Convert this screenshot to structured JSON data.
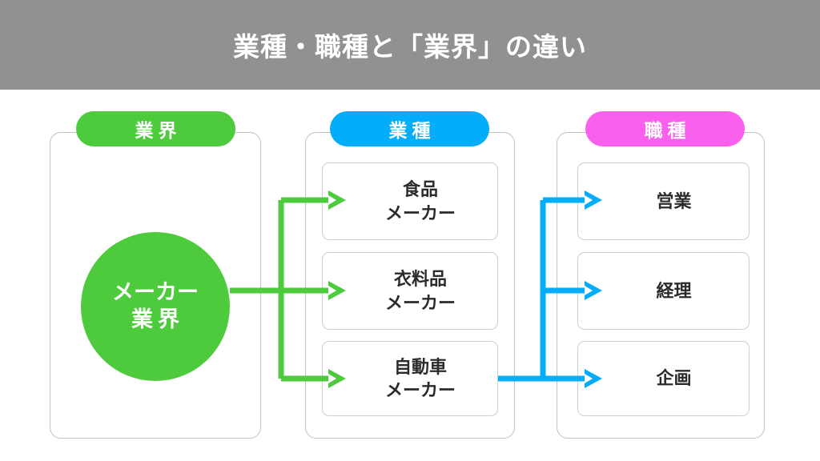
{
  "header": {
    "title": "業種・職種と「業界」の違い",
    "background": "#919191",
    "text_color": "#ffffff"
  },
  "diagram": {
    "type": "flow-diagram",
    "columns": [
      {
        "key": "industry",
        "pill_label": "業界",
        "pill_color": "#4DCB3C",
        "node_type": "circle",
        "nodes": [
          {
            "line1": "メーカー",
            "line2": "業界"
          }
        ]
      },
      {
        "key": "business-type",
        "pill_label": "業種",
        "pill_color": "#03ADF9",
        "node_type": "card",
        "nodes": [
          {
            "line1": "食品",
            "line2": "メーカー"
          },
          {
            "line1": "衣料品",
            "line2": "メーカー"
          },
          {
            "line1": "自動車",
            "line2": "メーカー"
          }
        ]
      },
      {
        "key": "job-type",
        "pill_label": "職種",
        "pill_color": "#FB5FEE",
        "node_type": "card",
        "nodes": [
          {
            "line1": "営業",
            "line2": ""
          },
          {
            "line1": "経理",
            "line2": ""
          },
          {
            "line1": "企画",
            "line2": ""
          }
        ]
      }
    ],
    "connectors": [
      {
        "name": "industry-to-business-type",
        "color": "#4DCB3C",
        "from": "メーカー業界",
        "to": [
          "食品メーカー",
          "衣料品メーカー",
          "自動車メーカー"
        ],
        "arrow_count": 3
      },
      {
        "name": "business-type-to-job-type",
        "color": "#03ADF9",
        "from": "自動車メーカー",
        "to": [
          "営業",
          "経理",
          "企画"
        ],
        "arrow_count": 3
      }
    ],
    "container_border": "#c2c2c2",
    "card_border": "#cfcfcf",
    "card_text_color": "#2b2b2b",
    "background": "#ffffff"
  }
}
